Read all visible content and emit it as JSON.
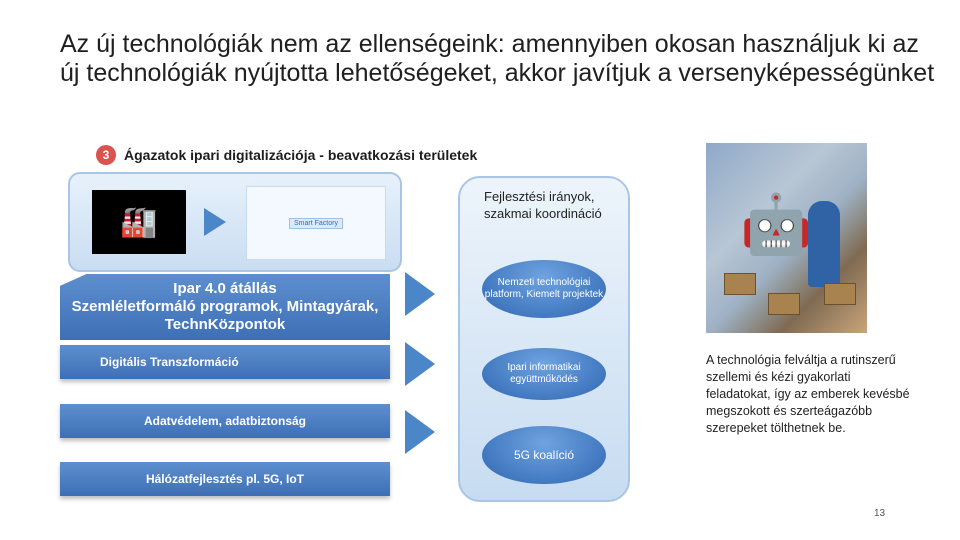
{
  "title": "Az új technológiák nem az ellenségeink: amennyiben okosan használjuk ki az új technológiák nyújtotta lehetőségeket, akkor javítjuk a versenyképességünket",
  "figure": {
    "badge": "3",
    "subtitle": "Ágazatok ipari digitalizációja - beavatkozási területek",
    "smart_factory_label": "Smart Factory",
    "layers": [
      "Ipar 4.0 átállás\nSzemléletformáló programok, Mintagyárak, TechnKözpontok",
      "Digitális Transzformáció",
      "Adatvédelem, adatbiztonság",
      "Hálózatfejlesztés pl. 5G, IoT"
    ],
    "column_header": "Fejlesztési irányok, szakmai koordináció",
    "pills": [
      "Nemzeti technológiai platform, Kiemelt projektek",
      "Ipari informatikai együttműködés",
      "5G koalíció"
    ]
  },
  "caption": "A technológia felváltja a rutinszerű szellemi és kézi gyakorlati feladatokat, így az emberek kevésbé megszokott és szerteágazóbb szerepeket tölthetnek be.",
  "page_number": "13"
}
